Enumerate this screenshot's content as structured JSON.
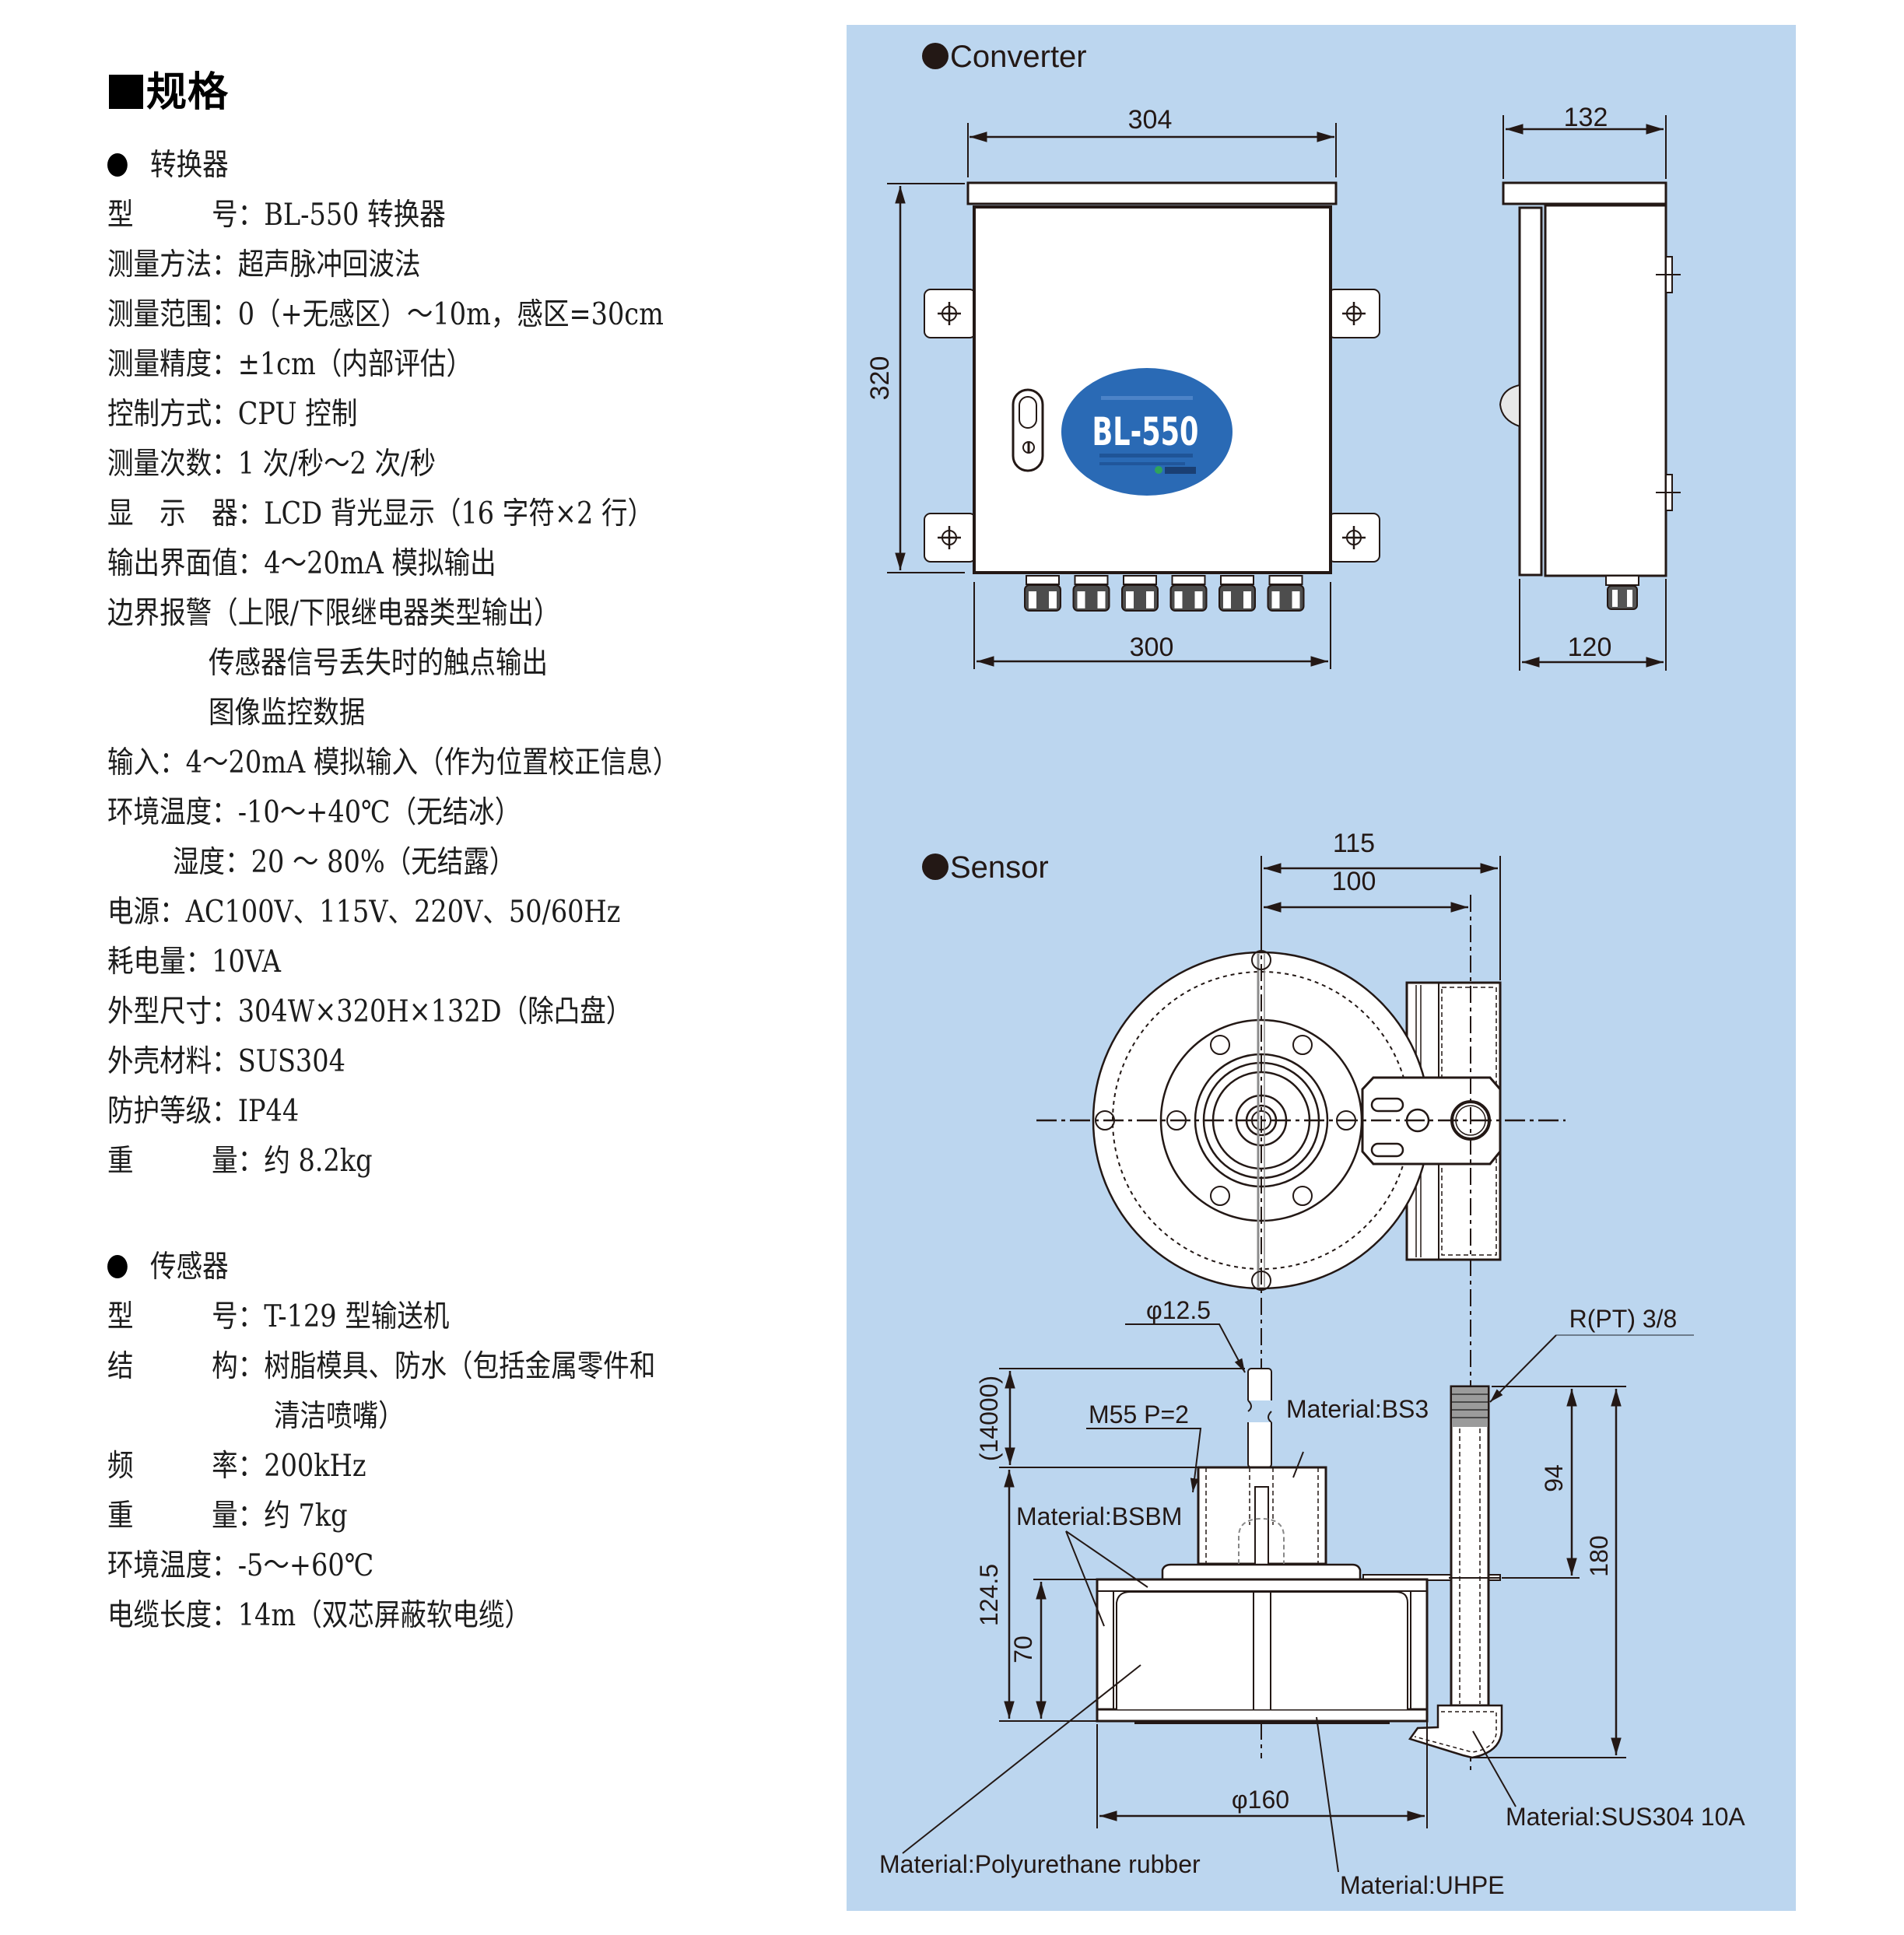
{
  "heading": "规格",
  "converter_section": {
    "title": "转换器",
    "rows": [
      {
        "label": "型　　　号：",
        "value": "BL-550 转换器"
      },
      {
        "label": "测量方法：",
        "value": "超声脉冲回波法"
      },
      {
        "label": "测量范围：",
        "value": "0（+无感区）～10m，感区=30cm"
      },
      {
        "label": "测量精度：",
        "value": "±1cm（内部评估）"
      },
      {
        "label": "控制方式：",
        "value": "CPU 控制"
      },
      {
        "label": "测量次数：",
        "value": "1 次/秒～2 次/秒"
      },
      {
        "label": "显　示　器：",
        "value": "LCD 背光显示（16 字符×2 行）"
      },
      {
        "label": "输出界面值：",
        "value": "4～20mA 模拟输出"
      },
      {
        "label": "边界报警",
        "value": "（上限/下限继电器类型输出）"
      },
      {
        "label": "",
        "value": "传感器信号丢失时的触点输出",
        "indent": true
      },
      {
        "label": "",
        "value": "图像监控数据",
        "indent": true
      },
      {
        "label": "输入：",
        "value": "4～20mA 模拟输入（作为位置校正信息）"
      },
      {
        "label": "环境温度：",
        "value": "-10～+40℃（无结冰）"
      },
      {
        "label": "湿度：",
        "value": "20 ～ 80%（无结露）",
        "half_indent": true
      },
      {
        "label": "电源：",
        "value": "AC100V、115V、220V、50/60Hz"
      },
      {
        "label": "耗电量：",
        "value": "10VA"
      },
      {
        "label": "外型尺寸：",
        "value": "304W×320H×132D（除凸盘）"
      },
      {
        "label": "外壳材料：",
        "value": "SUS304"
      },
      {
        "label": "防护等级：",
        "value": "IP44"
      },
      {
        "label": "重　　　量：",
        "value": "约 8.2kg"
      }
    ]
  },
  "sensor_section": {
    "title": "传感器",
    "rows": [
      {
        "label": "型　　　号：",
        "value": "T-129 型输送机"
      },
      {
        "label": "结　　　构：",
        "value": "树脂模具、防水（包括金属零件和"
      },
      {
        "label": "",
        "value": "清洁喷嘴）",
        "value_indent": true
      },
      {
        "label": "频　　　率：",
        "value": "200kHz"
      },
      {
        "label": "重　　　量：",
        "value": "约 7kg"
      },
      {
        "label": "环境温度：",
        "value": "-5～+60℃"
      },
      {
        "label": "电缆长度：",
        "value": "14m（双芯屏蔽软电缆）"
      }
    ]
  },
  "diagram": {
    "background_color": "#bcd6ef",
    "converter": {
      "title": "Converter",
      "logo_text": "BL-550",
      "logo_color": "#2a6ab5",
      "dims": {
        "width_top": "304",
        "depth_top": "132",
        "height": "320",
        "width_bottom": "300",
        "depth_bottom": "120"
      }
    },
    "sensor": {
      "title": "Sensor",
      "dims": {
        "d115": "115",
        "d100": "100",
        "phi125": "φ12.5",
        "cable": "(14000)",
        "thread": "M55 P=2",
        "h1245": "124.5",
        "h70": "70",
        "phi160": "φ160",
        "pipe_thread": "R(PT) 3/8",
        "h94": "94",
        "h180": "180"
      },
      "materials": {
        "bs3": "Material:BS3",
        "bsbm": "Material:BSBM",
        "polyurethane": "Material:Polyurethane rubber",
        "uhpe": "Material:UHPE",
        "sus304": "Material:SUS304 10A"
      }
    }
  }
}
